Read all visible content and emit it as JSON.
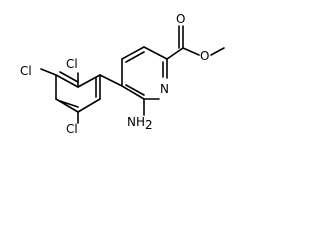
{
  "molecule": {
    "atoms": {
      "ester_carbonyl_o": "O",
      "ester_o": "O",
      "ring_n": "N",
      "amine": {
        "element": "NH",
        "subscript": "2"
      },
      "cl_ortho": "Cl",
      "cl_meta": "Cl",
      "cl_para": "Cl"
    },
    "colors": {
      "bonds": "#000000",
      "labels": "#000000",
      "background": "#ffffff"
    }
  }
}
